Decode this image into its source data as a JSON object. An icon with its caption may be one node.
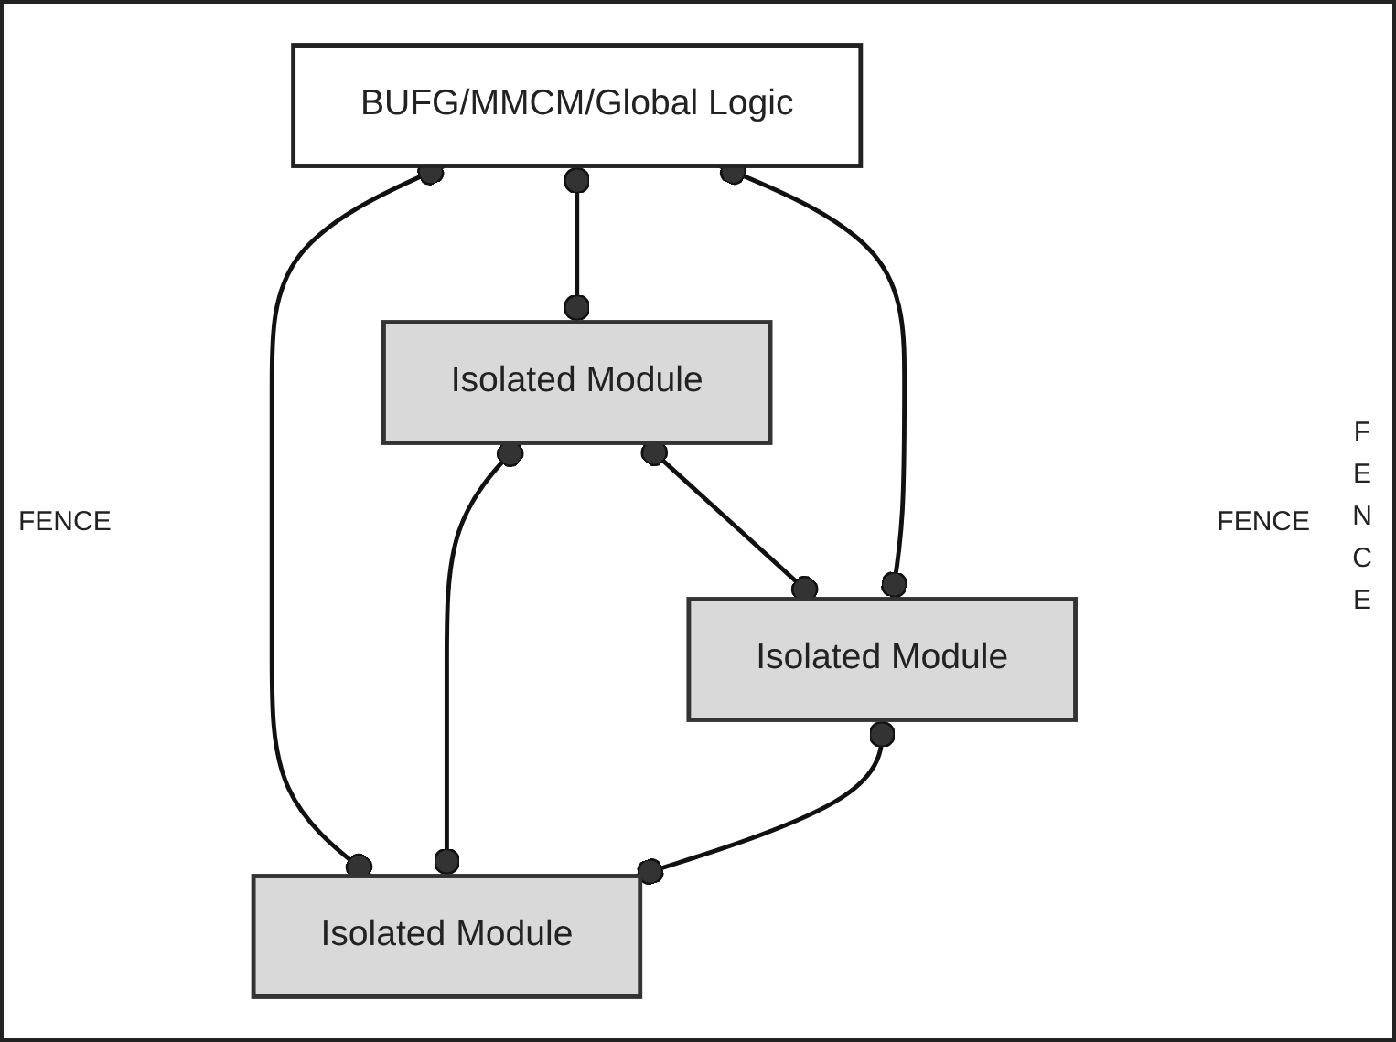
{
  "diagram": {
    "nodes": [
      {
        "text": [
          "Isolated Module"
        ]
      },
      {
        "text": [
          "BUFG/MMCM/Global Logic"
        ]
      },
      {
        "text": [
          "Isolated Module"
        ]
      },
      {
        "text": [
          "Isolated Module"
        ]
      }
    ],
    "edges": [
      {
        "from": 0,
        "to": 2,
        "arrow": "other"
      },
      {
        "from": 1,
        "to": 0,
        "arrow": "other"
      },
      {
        "from": 1,
        "to": 2,
        "arrow": "other"
      },
      {
        "from": 1,
        "to": 3,
        "arrow": "other"
      },
      {
        "from": 0,
        "to": 3,
        "arrow": "other"
      },
      {
        "from": 2,
        "to": 3,
        "arrow": "other"
      }
    ],
    "labels": [
      "FENCE",
      "FENCE",
      "FENCE"
    ]
  }
}
